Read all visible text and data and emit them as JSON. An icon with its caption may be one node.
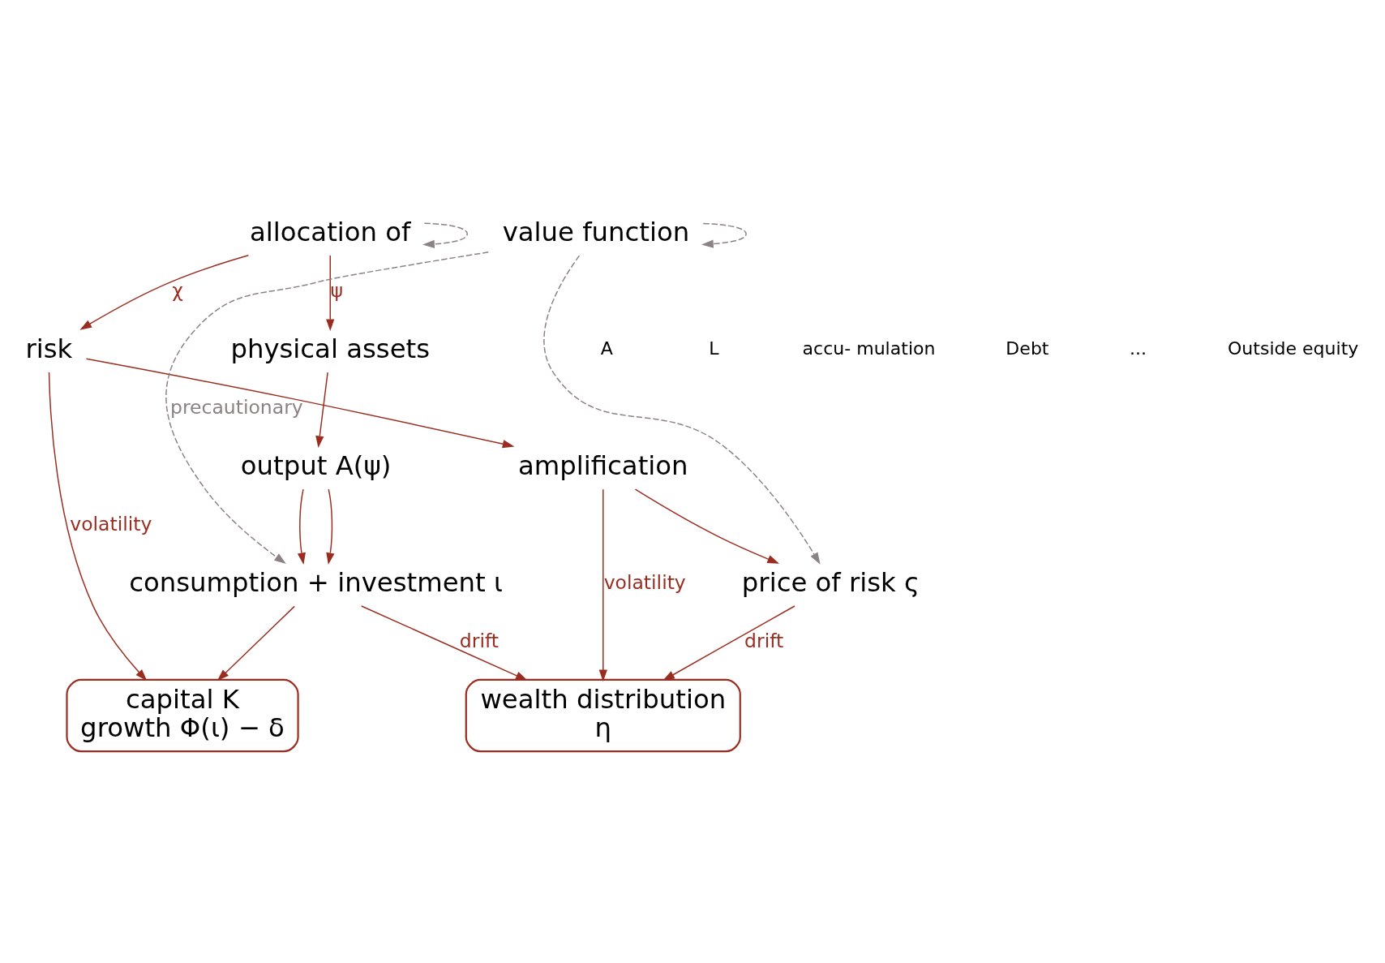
{
  "diagram": {
    "nodes": [
      {
        "text": [
          "allocation of"
        ]
      },
      {
        "text": [
          "physical assets"
        ]
      },
      {
        "text": [
          "output A(ψ)"
        ]
      },
      {
        "text": [
          "consumption + investment ι"
        ]
      },
      {
        "text": [
          "capital K",
          "growth Φ(ι) − δ"
        ]
      },
      {
        "text": [
          "risk"
        ]
      },
      {
        "text": [
          "amplification"
        ]
      },
      {
        "text": [
          "price of risk ς"
        ]
      },
      {
        "text": [
          "wealth distribution",
          "η"
        ]
      },
      {
        "text": [
          "value function"
        ]
      }
    ],
    "edges": [
      {
        "from": 0,
        "to": 1,
        "arrow": "to",
        "label": "ψ"
      },
      {
        "from": 0,
        "to": 5,
        "arrow": "to",
        "label": "χ"
      },
      {
        "from": 0,
        "to": 0,
        "arrow": "to",
        "style": "dashed",
        "color": "#8c8284"
      },
      {
        "from": 1,
        "to": 2,
        "arrow": "to"
      },
      {
        "from": 2,
        "to": 3,
        "arrow": "to"
      },
      {
        "from": 2,
        "to": 3,
        "arrow": "to"
      },
      {
        "from": 3,
        "to": 4,
        "arrow": "to"
      },
      {
        "from": 5,
        "to": 6,
        "arrow": "to"
      },
      {
        "from": 5,
        "to": 4,
        "arrow": "to",
        "label": "volatility"
      },
      {
        "from": 6,
        "to": 7,
        "arrow": "to"
      },
      {
        "from": 3,
        "to": 8,
        "arrow": "to",
        "label": "drift"
      },
      {
        "from": 7,
        "to": 8,
        "arrow": "to",
        "label": "drift"
      },
      {
        "from": 6,
        "to": 8,
        "arrow": "to",
        "label": "volatility"
      },
      {
        "from": 9,
        "to": 3,
        "arrow": "to",
        "label": "precautionary",
        "style": "dashed",
        "color": "#8c8284"
      },
      {
        "from": 9,
        "to": 7,
        "arrow": "to",
        "style": "dashed",
        "color": "#8c8284"
      },
      {
        "from": 9,
        "to": 9,
        "arrow": "to",
        "style": "dashed",
        "color": "#8c8284"
      }
    ],
    "labels": [
      "A",
      "L",
      "accu- mulation",
      "Debt",
      "...",
      "Outside equity"
    ]
  }
}
